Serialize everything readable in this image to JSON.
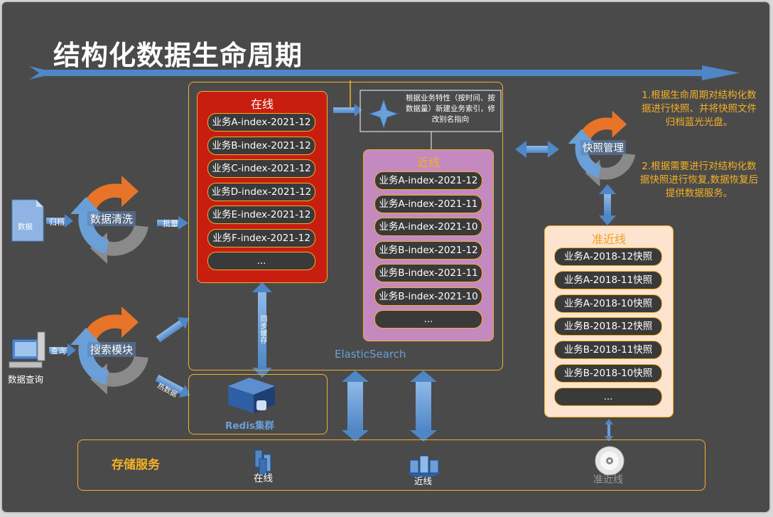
{
  "title": "结构化数据生命周期",
  "online": {
    "title": "在线",
    "items": [
      "业务A-index-2021-12",
      "业务B-index-2021-12",
      "业务C-index-2021-12",
      "业务D-index-2021-12",
      "业务E-index-2021-12",
      "业务F-index-2021-12",
      "..."
    ]
  },
  "nearline": {
    "title": "近线",
    "items": [
      "业务A-index-2021-12",
      "业务A-index-2021-11",
      "业务A-index-2021-10",
      "业务B-index-2021-12",
      "业务B-index-2021-11",
      "业务B-index-2021-10",
      "..."
    ]
  },
  "quasi_nearline": {
    "title": "准近线",
    "items": [
      "业务A-2018-12快照",
      "业务A-2018-11快照",
      "业务A-2018-10快照",
      "业务B-2018-12快照",
      "业务B-2018-11快照",
      "业务B-2018-10快照",
      "..."
    ]
  },
  "index_note": "根据业务特性（按时间、按数据量）新建业务索引，修改别名指向",
  "es_label": "ElasticSearch",
  "redis_label": "Redis集群",
  "sync_cache_label": "同步缓存",
  "storage": {
    "title": "存储服务",
    "online": "在线",
    "nearline": "近线",
    "quasi": "准近线"
  },
  "cycles": {
    "clean": "数据清洗",
    "search": "搜索模块",
    "snapshot": "快照管理"
  },
  "data_doc": "数据",
  "archive_label": "归档",
  "batch_label": "批量",
  "query_label": "查询",
  "hot_label": "热数据",
  "data_query": "数据查询",
  "notes": [
    "1.根据生命周期对结构化数据进行快照、并将快照文件归档蓝光光盘。",
    "2.根据需要进行对结构化数据快照进行恢复,数据恢复后提供数据服务。"
  ],
  "colors": {
    "online_bg": "#c81e0f",
    "nearline_bg": "#c48abf",
    "quasi_bg": "#fde4cf",
    "accent": "#f2b02a",
    "arrow": "#6a9fd8"
  }
}
